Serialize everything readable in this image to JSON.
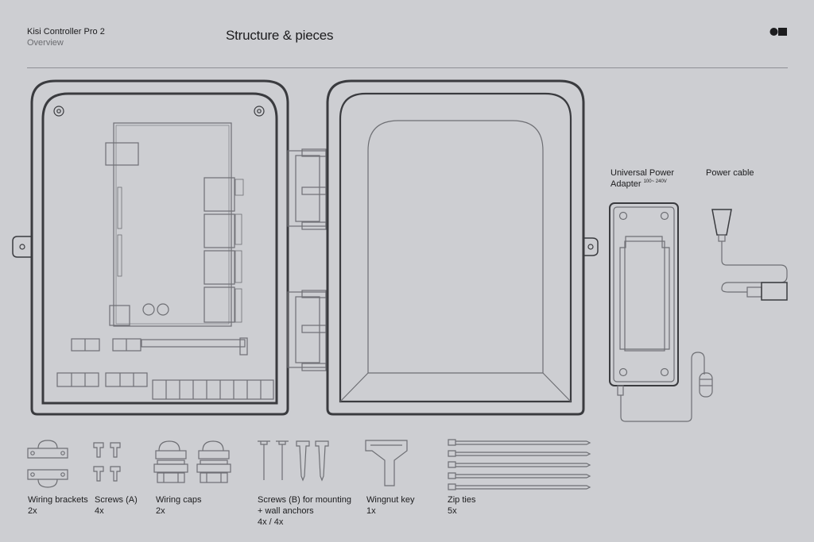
{
  "header": {
    "product": "Kisi Controller Pro 2",
    "section": "Overview",
    "title": "Structure & pieces",
    "logo_icon": "kisi-logo-icon"
  },
  "colors": {
    "background": "#cdced2",
    "stroke_dark": "#3a3b3f",
    "stroke_light": "#6e6f74",
    "text_secondary": "#6b6c70"
  },
  "adapter": {
    "name": "Universal Power Adapter",
    "name_line1": "Universal Power",
    "name_line2": "Adapter",
    "voltage": "100~ 240V"
  },
  "power_cable": {
    "name": "Power cable"
  },
  "parts": [
    {
      "id": "wiring-brackets",
      "name": "Wiring brackets",
      "qty": "2x"
    },
    {
      "id": "screws-a",
      "name": "Screws (A)",
      "qty": "4x"
    },
    {
      "id": "wiring-caps",
      "name": "Wiring caps",
      "qty": "2x"
    },
    {
      "id": "screws-b",
      "name_line1": "Screws (B) for mounting",
      "name_line2": "+ wall anchors",
      "qty": "4x / 4x"
    },
    {
      "id": "wingnut-key",
      "name": "Wingnut key",
      "qty": "1x"
    },
    {
      "id": "zip-ties",
      "name": "Zip ties",
      "qty": "5x"
    }
  ]
}
